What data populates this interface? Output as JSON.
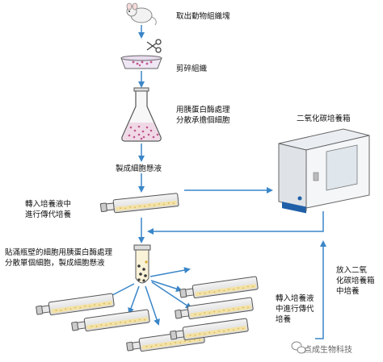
{
  "steps": {
    "step1": "取出動物組織塊",
    "step2": "剪碎組織",
    "step3_line1": "用胰蛋白酶處理",
    "step3_line2": "分散承擔個細胞",
    "step4": "製成細胞懸液",
    "step5_line1": "轉入培養液中",
    "step5_line2": "進行傳代培養",
    "step6_line1": "貼滿瓶壁的細胞用胰蛋白酶處理",
    "step6_line2": "分散單個細胞，製成細胞懸液",
    "step7_line1": "轉入培養液",
    "step7_line2": "中進行傳代",
    "step7_line3": "培養"
  },
  "incubator": {
    "title": "二氧化碳培養箱",
    "put_in_line1": "放入二氧",
    "put_in_line2": "化碳培養箱",
    "put_in_line3": "中培養"
  },
  "watermark": "点成生物科技",
  "colors": {
    "arrow": "#3a86c8",
    "cells": "#c2558f",
    "flask_border": "#555555",
    "medium": "#f3e2a6"
  },
  "icons": [
    "mouse-icon",
    "scissors-icon",
    "dish-icon",
    "erlenmeyer-flask-icon",
    "culture-flask-icon",
    "centrifuge-tube-icon",
    "incubator-icon",
    "wechat-icon"
  ]
}
